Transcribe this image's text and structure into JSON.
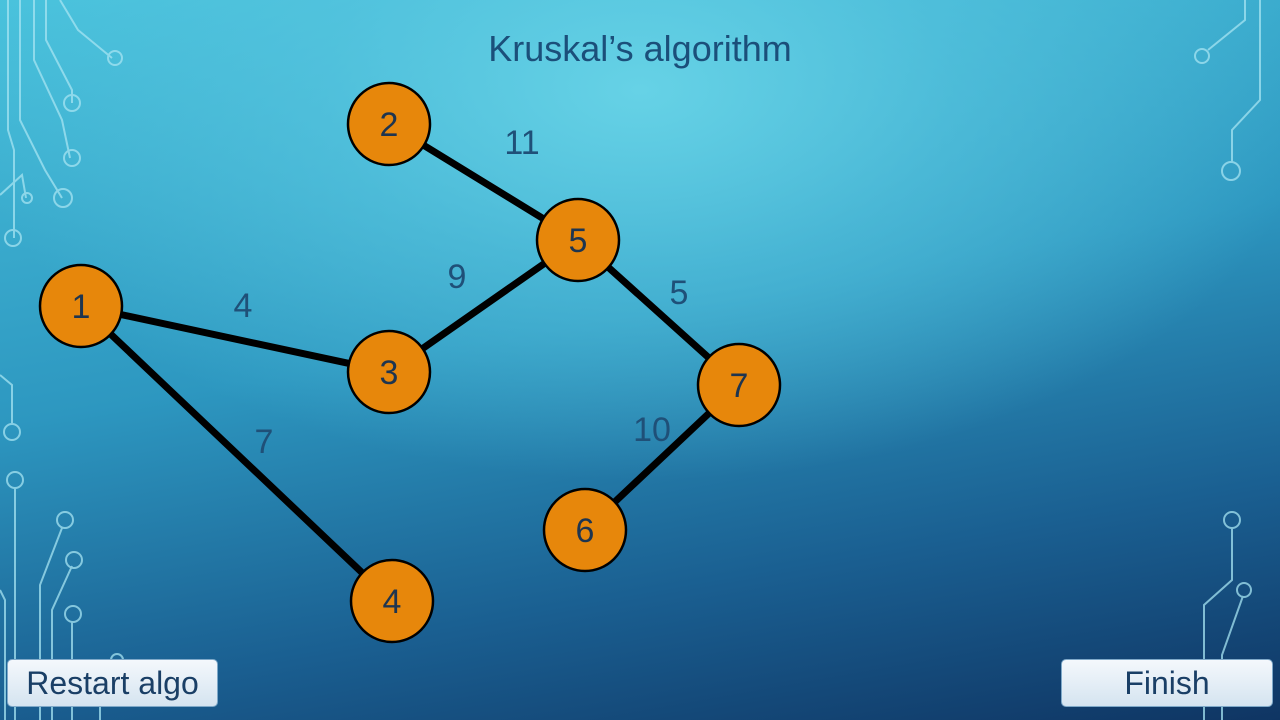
{
  "title": "Kruskal’s algorithm",
  "buttons": {
    "restart_label": "Restart algo",
    "finish_label": "Finish"
  },
  "graph": {
    "node_color": "#e7870b",
    "edge_color": "#000000",
    "nodes": [
      {
        "id": 1,
        "label": "1"
      },
      {
        "id": 2,
        "label": "2"
      },
      {
        "id": 3,
        "label": "3"
      },
      {
        "id": 4,
        "label": "4"
      },
      {
        "id": 5,
        "label": "5"
      },
      {
        "id": 6,
        "label": "6"
      },
      {
        "id": 7,
        "label": "7"
      }
    ],
    "edges": [
      {
        "from": 1,
        "to": 3,
        "weight": "4"
      },
      {
        "from": 1,
        "to": 4,
        "weight": "7"
      },
      {
        "from": 2,
        "to": 5,
        "weight": "11"
      },
      {
        "from": 3,
        "to": 5,
        "weight": "9"
      },
      {
        "from": 5,
        "to": 7,
        "weight": "5"
      },
      {
        "from": 6,
        "to": 7,
        "weight": "10"
      }
    ]
  }
}
